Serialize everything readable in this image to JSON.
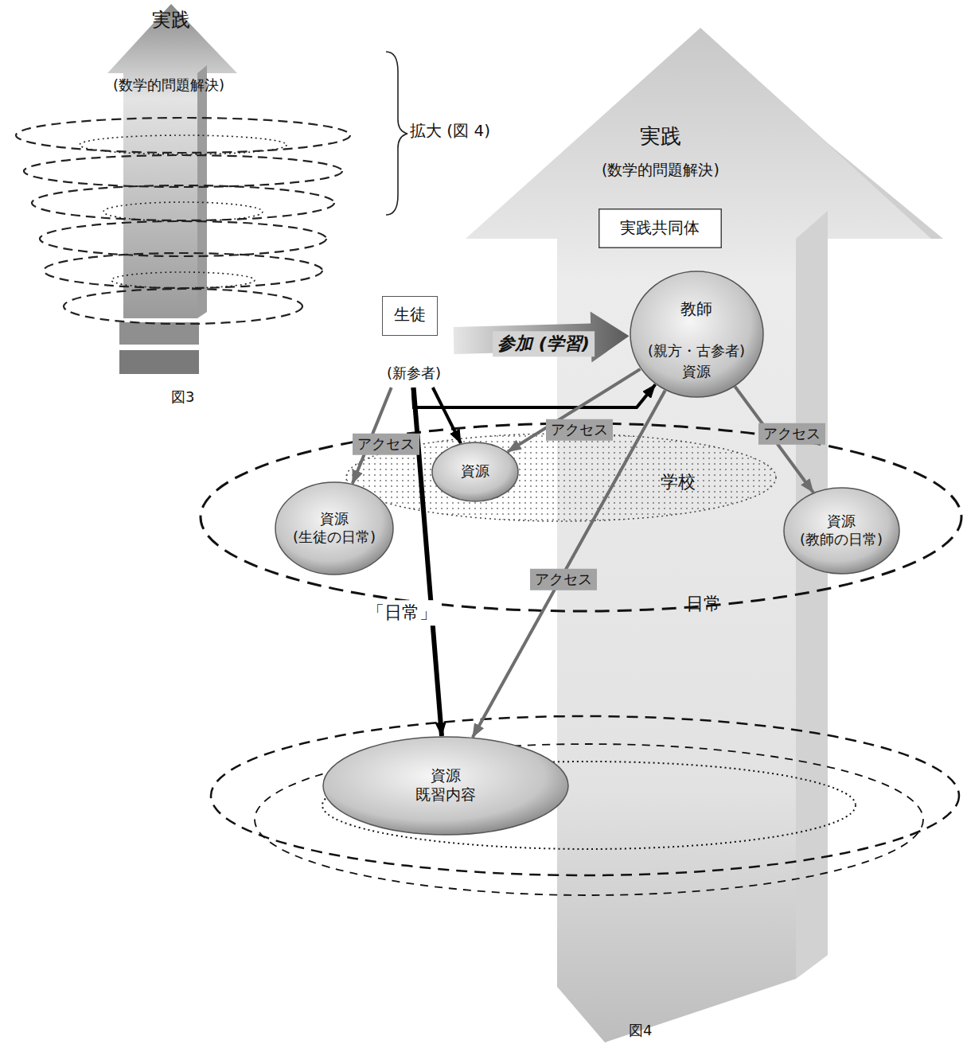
{
  "diagram": {
    "nodes": [
      {
        "text": [
          "実践",
          "(数学的問題解決)"
        ]
      },
      {
        "text": [
          "実践",
          "(数学的問題解決)"
        ]
      },
      {
        "text": [
          "実践共同体"
        ],
        "in": 1
      },
      {
        "text": [
          "生徒",
          "(新参者)"
        ]
      },
      {
        "text": [
          "教師",
          "(親方・古参者)",
          "資源"
        ]
      },
      {
        "text": [
          "資源"
        ]
      },
      {
        "text": [
          "資源 (生徒の日常)"
        ]
      },
      {
        "text": [
          "資源 (教師の日常)"
        ]
      },
      {
        "text": [
          "資源 既習内容"
        ]
      }
    ],
    "edges": [
      {
        "from": 3,
        "to": 4,
        "label": "参加 (学習)",
        "arrow": "to"
      },
      {
        "from": 3,
        "to": 4,
        "arrow": "to"
      },
      {
        "from": 3,
        "to": 6,
        "label": "アクセス",
        "arrow": "to"
      },
      {
        "from": 3,
        "to": 5,
        "arrow": "to"
      },
      {
        "from": 4,
        "to": 5,
        "label": "アクセス",
        "arrow": "to"
      },
      {
        "from": 4,
        "to": 7,
        "label": "アクセス",
        "arrow": "to"
      },
      {
        "from": 4,
        "to": 8,
        "label": "アクセス",
        "arrow": "to"
      },
      {
        "from": 3,
        "to": 8,
        "label": "「日常」",
        "arrow": "to"
      }
    ],
    "labels": [
      "拡大 (図 4)",
      "図3",
      "図4",
      "学校",
      "日常"
    ]
  }
}
